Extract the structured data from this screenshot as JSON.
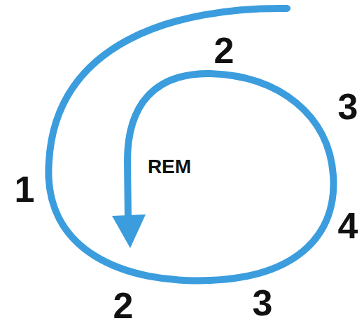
{
  "diagram": {
    "labels": [
      "2",
      "3",
      "REM",
      "1",
      "4",
      "2",
      "3"
    ]
  }
}
